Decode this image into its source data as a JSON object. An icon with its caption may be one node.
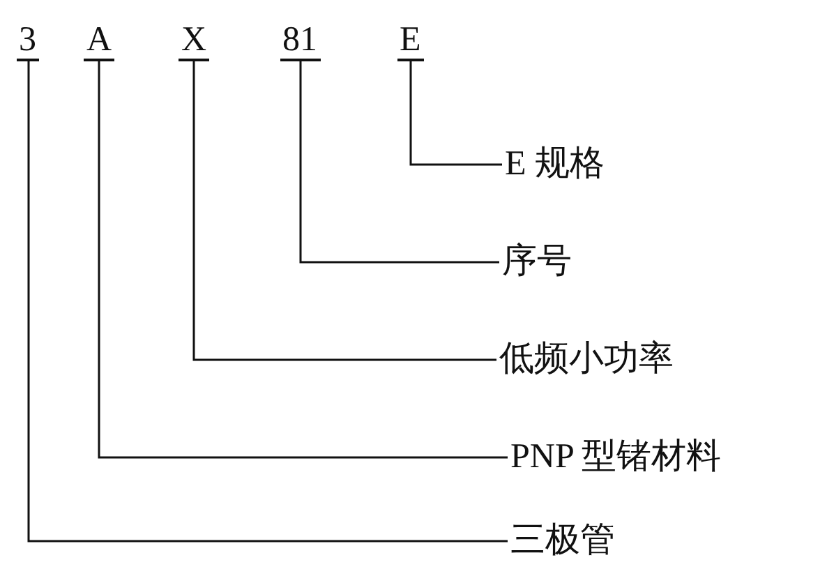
{
  "diagram": {
    "nodes": [
      {
        "text": [
          "3"
        ]
      },
      {
        "text": [
          "A"
        ]
      },
      {
        "text": [
          "X"
        ]
      },
      {
        "text": [
          "81"
        ]
      },
      {
        "text": [
          "E"
        ]
      },
      {
        "text": [
          "E 规格"
        ]
      },
      {
        "text": [
          "序号"
        ]
      },
      {
        "text": [
          "低频小功率"
        ]
      },
      {
        "text": [
          "PNP 型锗材料"
        ]
      },
      {
        "text": [
          "三极管"
        ]
      }
    ],
    "edges": [
      {
        "from": 4,
        "to": 5,
        "arrow": "none"
      },
      {
        "from": 3,
        "to": 6,
        "arrow": "none"
      },
      {
        "from": 2,
        "to": 7,
        "arrow": "none"
      },
      {
        "from": 1,
        "to": 8,
        "arrow": "none"
      },
      {
        "from": 0,
        "to": 9,
        "arrow": "none"
      }
    ]
  }
}
